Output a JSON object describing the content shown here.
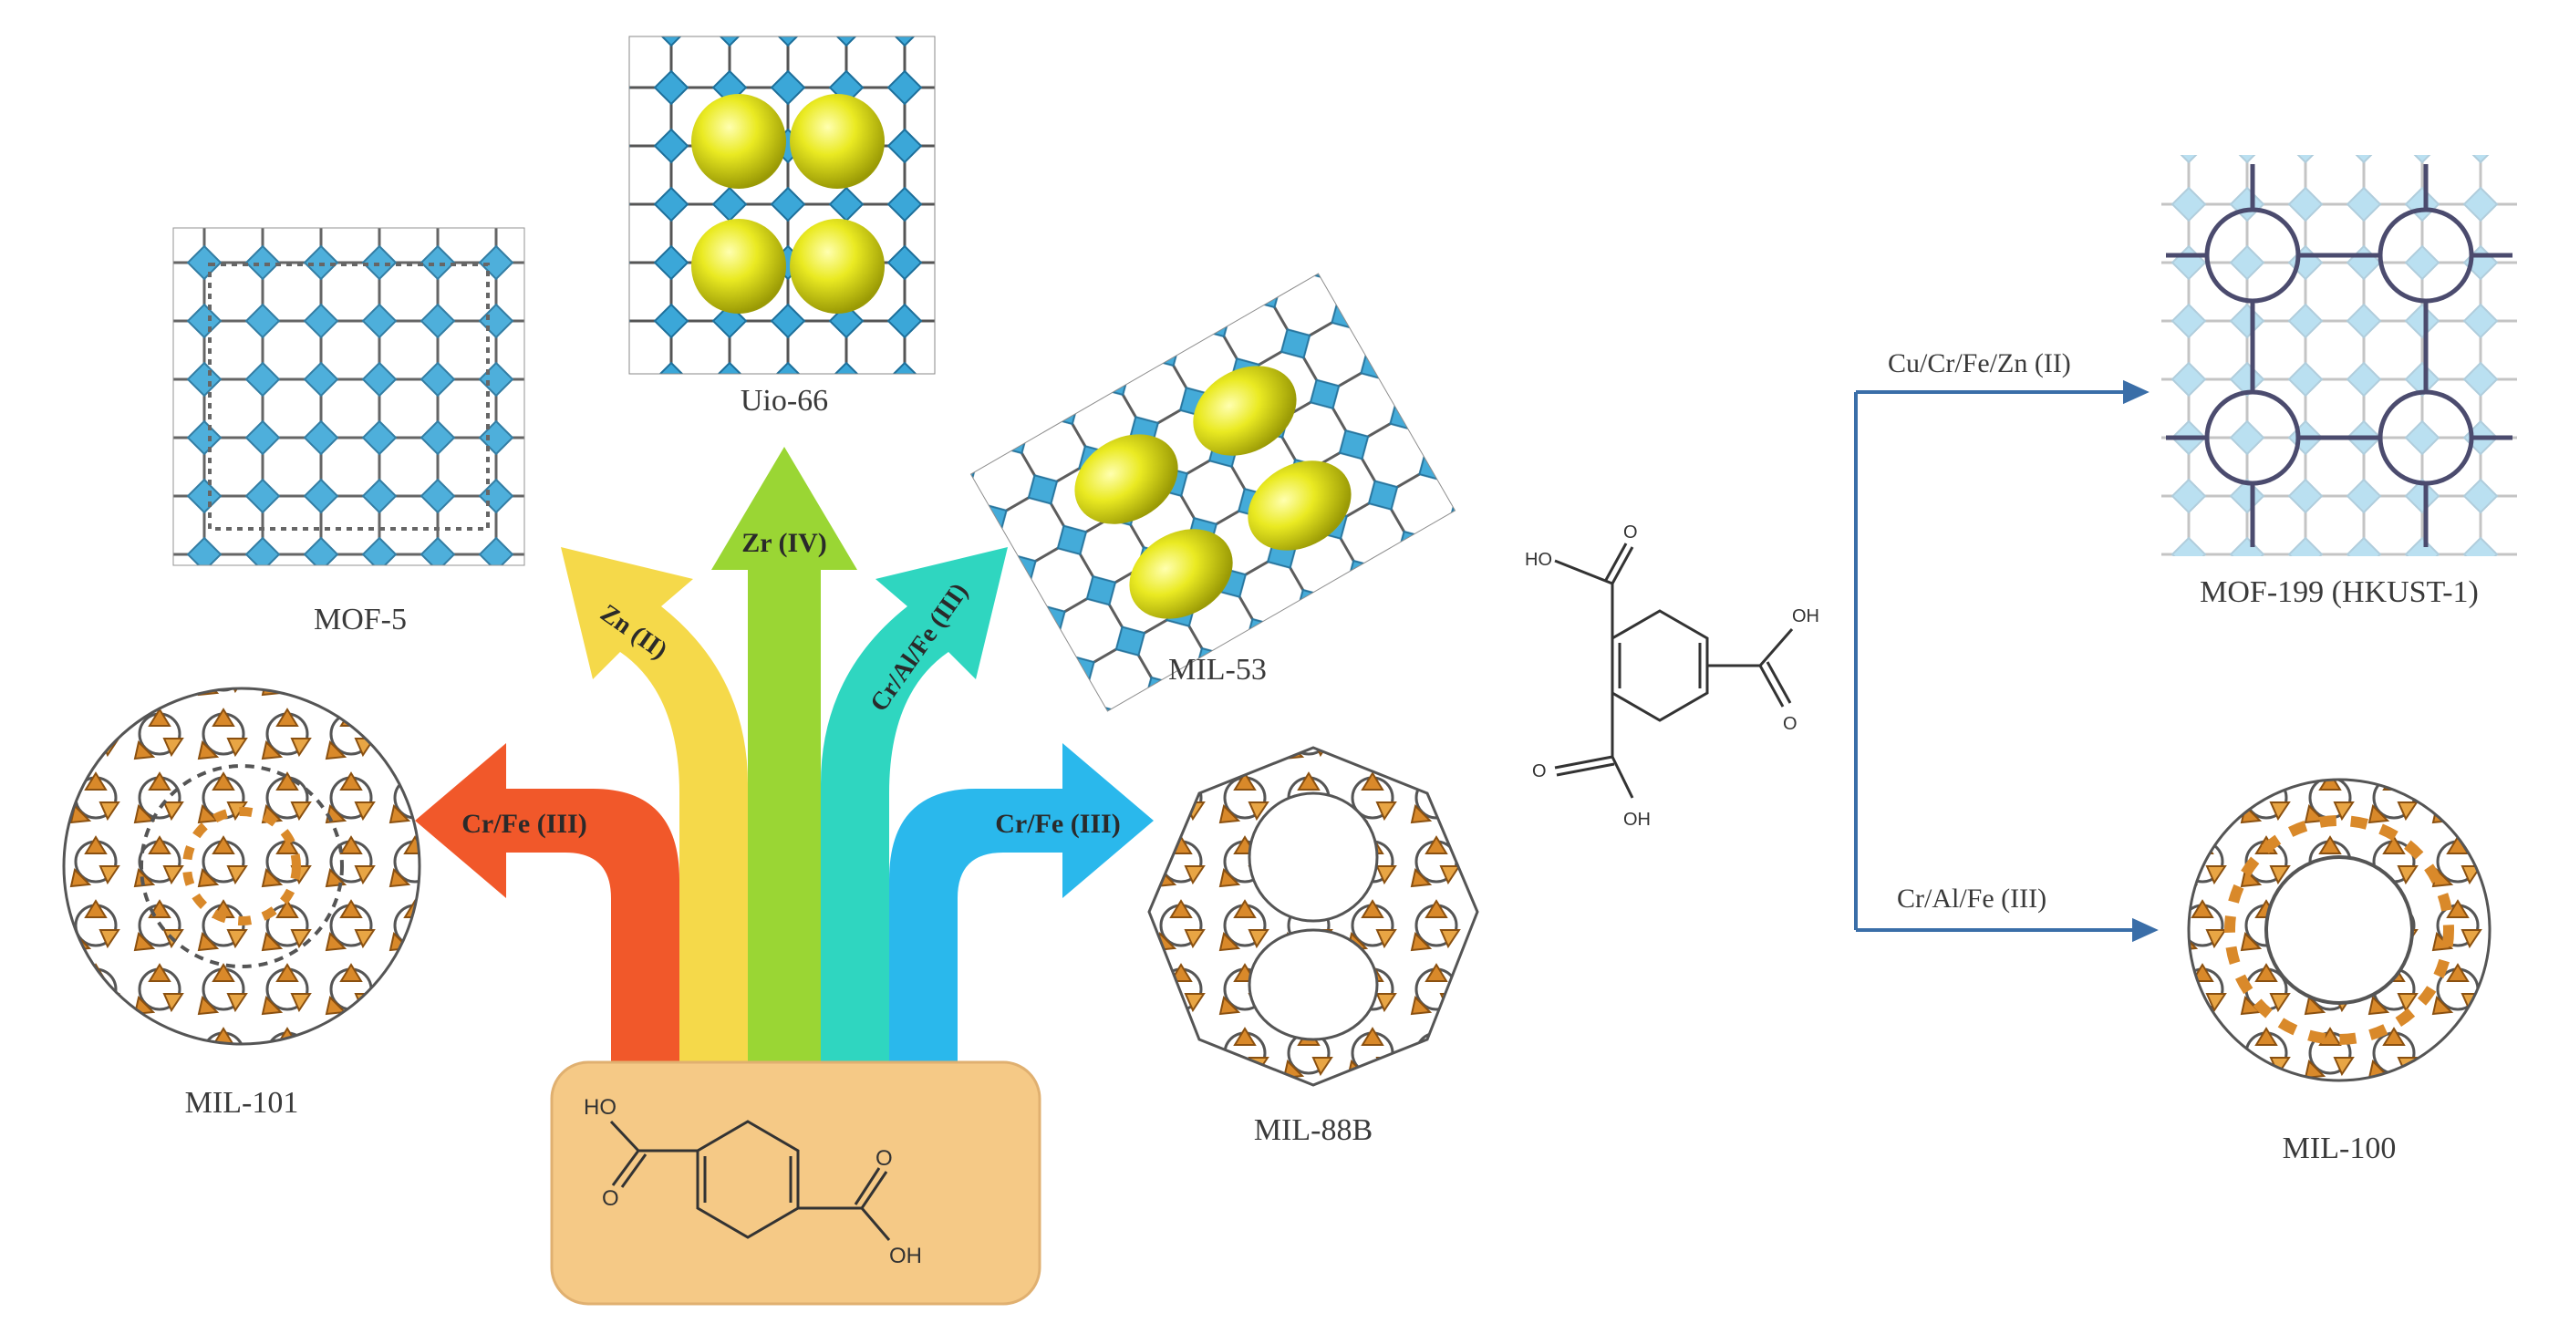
{
  "linker_bdc": {
    "oh_top": "HO",
    "o_top": "O",
    "o_bottom": "O",
    "oh_bottom": "OH"
  },
  "linker_btc": {
    "ho_label": "HO",
    "o1": "O",
    "oh_right": "OH",
    "o2": "O",
    "o3": "O",
    "oh_bottom": "OH"
  },
  "arrows": [
    {
      "label": "Cr/Fe (III)",
      "color": "#f1582a"
    },
    {
      "label": "Zn (II)",
      "color": "#f5d94a"
    },
    {
      "label": "Zr (IV)",
      "color": "#9ad634"
    },
    {
      "label": "Cr/Al/Fe (III)",
      "color": "#2fd6c0"
    },
    {
      "label": "Cr/Fe (III)",
      "color": "#2ab8ec"
    }
  ],
  "structures": {
    "mof5": "MOF-5",
    "uio66": "Uio-66",
    "mil53": "MIL-53",
    "mil101": "MIL-101",
    "mil88b": "MIL-88B",
    "mof199": "MOF-199 (HKUST-1)",
    "mil100": "MIL-100"
  },
  "routes": {
    "top_label": "Cu/Cr/Fe/Zn (II)",
    "bottom_label": "Cr/Al/Fe  (III)"
  },
  "colors": {
    "tray": "#f5c986",
    "route_line": "#3a6ea8",
    "blue_node": "#3ba7d8",
    "orange_node": "#d9892a",
    "yellow_pore": "#e8e020"
  }
}
